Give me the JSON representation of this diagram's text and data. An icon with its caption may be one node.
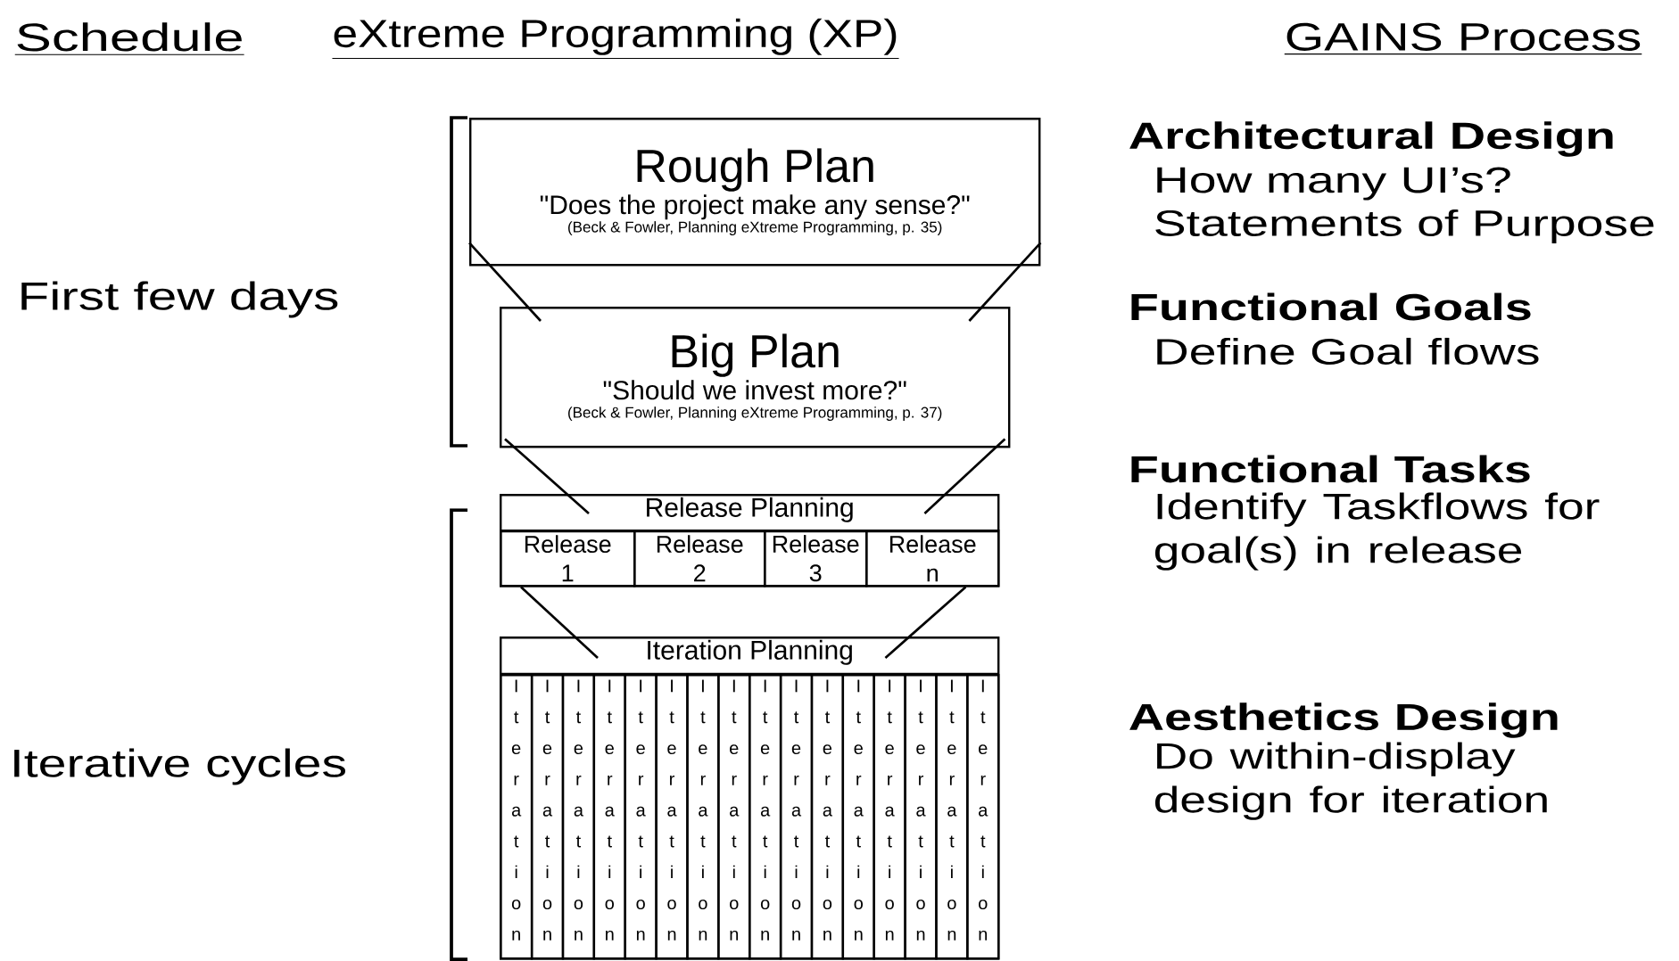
{
  "diagram": {
    "nodes": [
      {
        "text": [
          "Rough Plan",
          "\"Does the project make any sense?\"",
          "(Beck & Fowler, Planning eXtreme Programming, p. 35)"
        ]
      },
      {
        "text": [
          "Big Plan",
          "\"Should we invest more?\"",
          "(Beck & Fowler, Planning eXtreme Programming, p. 37)"
        ]
      },
      {
        "text": [
          "Release Planning"
        ]
      },
      {
        "text": [
          "Release 1"
        ],
        "in": 2
      },
      {
        "text": [
          "Release 2"
        ],
        "in": 2
      },
      {
        "text": [
          "Release 3"
        ],
        "in": 2
      },
      {
        "text": [
          "Release n"
        ],
        "in": 2
      },
      {
        "text": [
          "Iteration Planning"
        ]
      },
      {
        "text": [
          "Iteration"
        ],
        "in": 7
      },
      {
        "text": [
          "Iteration"
        ],
        "in": 7
      },
      {
        "text": [
          "Iteration"
        ],
        "in": 7
      },
      {
        "text": [
          "Iteration"
        ],
        "in": 7
      },
      {
        "text": [
          "Iteration"
        ],
        "in": 7
      },
      {
        "text": [
          "Iteration"
        ],
        "in": 7
      },
      {
        "text": [
          "Iteration"
        ],
        "in": 7
      },
      {
        "text": [
          "Iteration"
        ],
        "in": 7
      },
      {
        "text": [
          "Iteration"
        ],
        "in": 7
      },
      {
        "text": [
          "Iteration"
        ],
        "in": 7
      },
      {
        "text": [
          "Iteration"
        ],
        "in": 7
      },
      {
        "text": [
          "Iteration"
        ],
        "in": 7
      },
      {
        "text": [
          "Iteration"
        ],
        "in": 7
      },
      {
        "text": [
          "Iteration"
        ],
        "in": 7
      },
      {
        "text": [
          "Iteration"
        ],
        "in": 7
      },
      {
        "text": [
          "Iteration"
        ],
        "in": 7
      }
    ],
    "edges": [
      {
        "from": 0,
        "to": 1,
        "arrow": "none"
      },
      {
        "from": 0,
        "to": 1,
        "arrow": "none"
      },
      {
        "from": 1,
        "to": 2,
        "arrow": "none"
      },
      {
        "from": 1,
        "to": 2,
        "arrow": "none"
      },
      {
        "from": 3,
        "to": 7,
        "arrow": "none"
      },
      {
        "from": 6,
        "to": 7,
        "arrow": "none"
      }
    ],
    "labels": [
      "Schedule",
      "eXtreme Programming (XP)",
      "GAINS Process",
      "Architectural Design",
      "How many UI’s?",
      "Statements of Purpose",
      "First few days",
      "Functional Goals",
      "Define Goal flows",
      "Functional Tasks",
      "Identify Taskflows for goal(s) in release",
      "Iterative cycles",
      "Aesthetics Design",
      "Do within-display design for iteration"
    ]
  }
}
